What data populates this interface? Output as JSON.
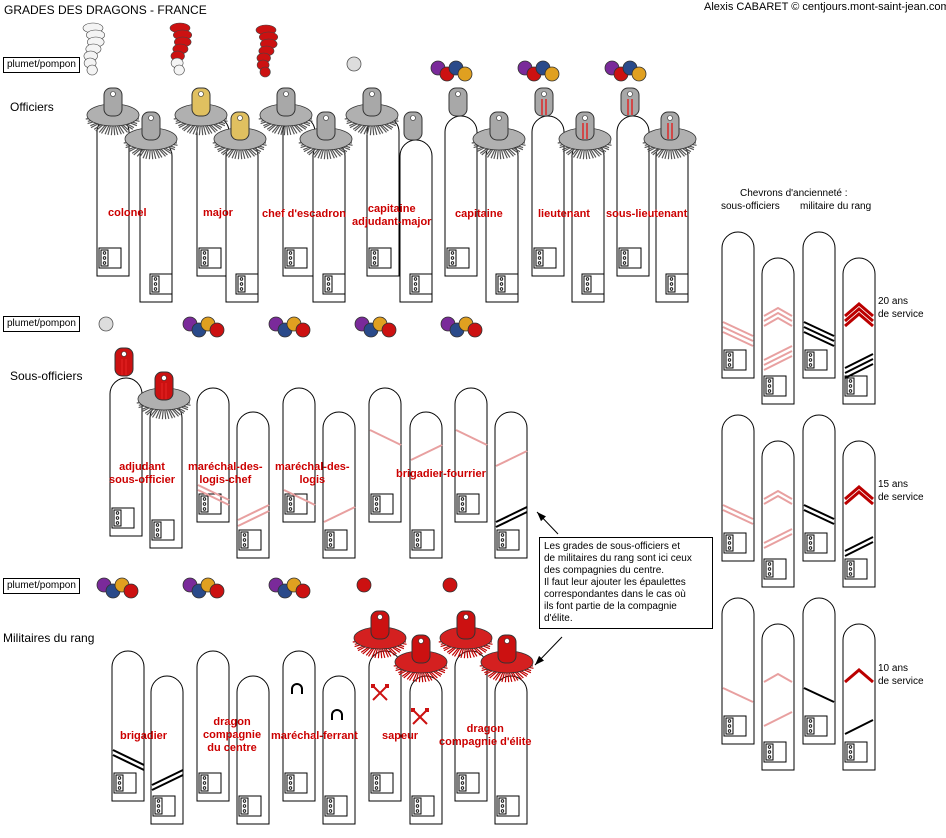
{
  "title": "GRADES DES DRAGONS - FRANCE",
  "credit": "Alexis CABARET © centjours.mont-saint-jean.com",
  "plumet_label": "plumet/pompon",
  "sections": {
    "officers": "Officiers",
    "nco": "Sous-officiers",
    "ranks": "Militaires du rang"
  },
  "officer_ranks": [
    "colonel",
    "major",
    "chef d'escadron",
    "capitaine\nadjudant-major",
    "capitaine",
    "lieutenant",
    "sous-lieutenant"
  ],
  "nco_ranks": [
    "adjudant\nsous-officier",
    "maréchal-des-\nlogis-chef",
    "maréchal-des-\nlogis",
    "brigadier-fourrier"
  ],
  "troop_ranks": [
    "brigadier",
    "dragon\ncompagnie\ndu centre",
    "maréchal-ferrant",
    "sapeur",
    "dragon\ncompagnie d'élite"
  ],
  "note": "Les grades de sous-officiers et\nde militaires du rang sont ici ceux\ndes compagnies du centre.\nIl faut leur ajouter les épaulettes\ncorrespondantes dans le cas où\nils font partie de la compagnie\nd'élite.",
  "chevrons": {
    "title": "Chevrons d'ancienneté :",
    "col_nco": "sous-officiers",
    "col_troop": "militaire du rang",
    "service": [
      "20 ans\nde service",
      "15 ans\nde service",
      "10 ans\nde service"
    ]
  },
  "colors": {
    "rank_text": "#cc0000",
    "silver": "#a8a8a8",
    "gold": "#e0c060",
    "red": "#cc1111",
    "chevron_pink": "#e8a0a0"
  }
}
